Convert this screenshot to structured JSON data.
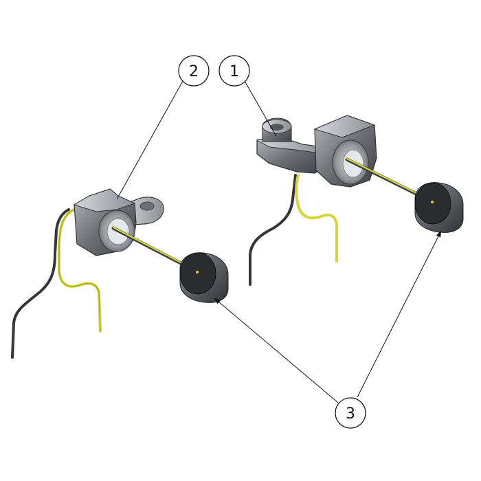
{
  "balloons": [
    {
      "id": "balloon-1",
      "label": "1"
    },
    {
      "id": "balloon-2",
      "label": "2"
    },
    {
      "id": "balloon-3",
      "label": "3"
    }
  ],
  "colors": {
    "part_dark": "#4d4f55",
    "part_mid": "#8a8c92",
    "part_light": "#c9cacf",
    "wire_yellow": "#d8d43a",
    "wire_dark": "#34363b",
    "leader": "#111111",
    "background": "#ffffff"
  }
}
